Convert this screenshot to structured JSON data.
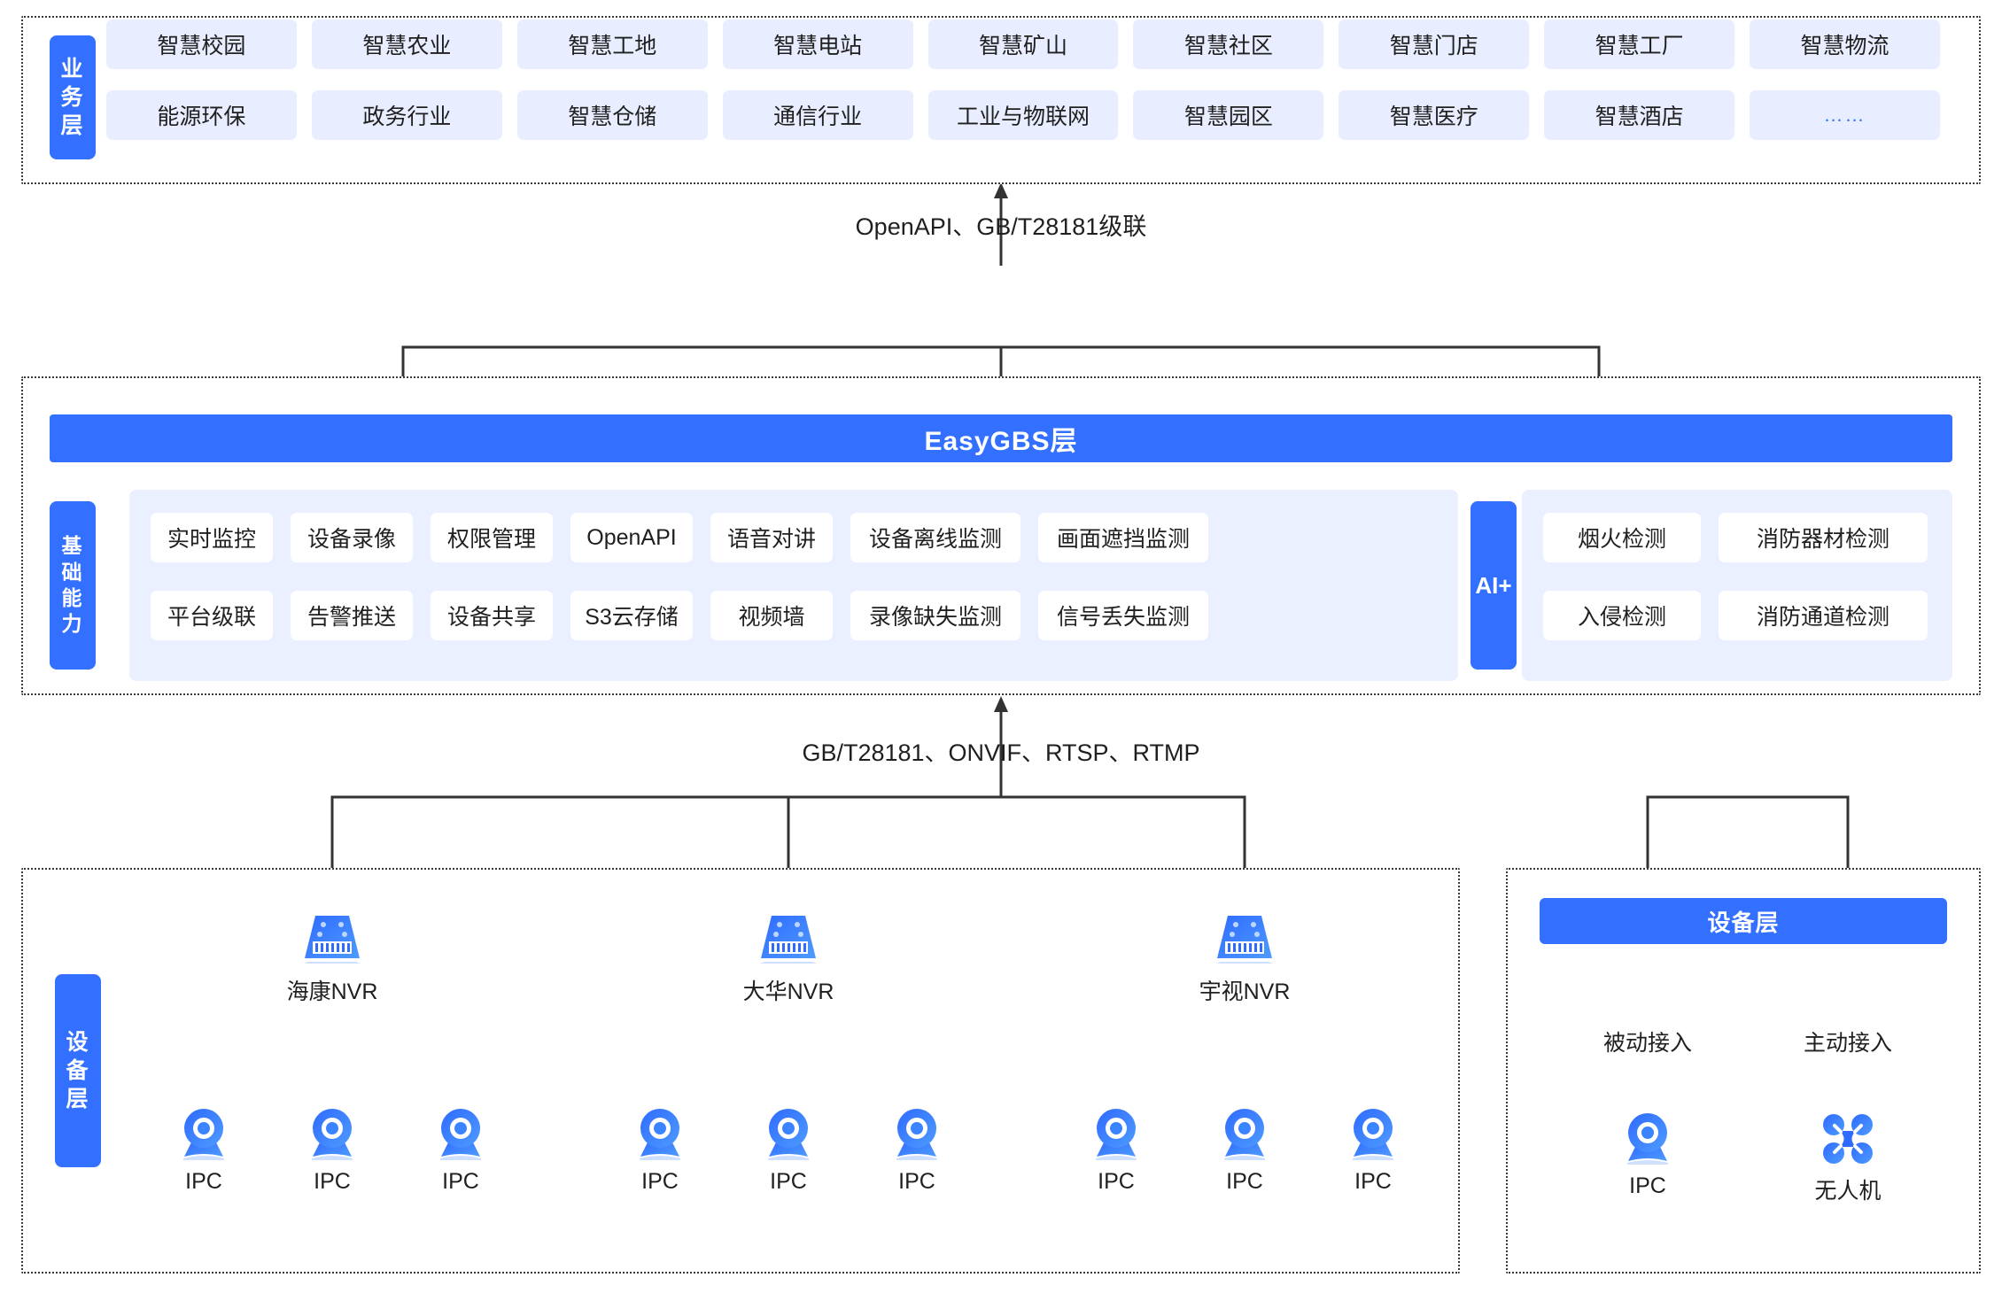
{
  "business_layer": {
    "label": "业务层",
    "items": [
      "智慧校园",
      "智慧农业",
      "智慧工地",
      "智慧电站",
      "智慧矿山",
      "智慧社区",
      "智慧门店",
      "智慧工厂",
      "智慧物流",
      "能源环保",
      "政务行业",
      "智慧仓储",
      "通信行业",
      "工业与物联网",
      "智慧园区",
      "智慧医疗",
      "智慧酒店",
      "……"
    ]
  },
  "connectors": {
    "top": "OpenAPI、GB/T28181级联",
    "bottom": "GB/T28181、ONVIF、RTSP、RTMP",
    "passive": "被动接入",
    "active": "主动接入"
  },
  "platform_layer": {
    "title": "EasyGBS层",
    "capability_label": "基础能力",
    "capabilities": [
      "实时监控",
      "设备录像",
      "权限管理",
      "OpenAPI",
      "语音对讲",
      "设备离线监测",
      "画面遮挡监测",
      "平台级联",
      "告警推送",
      "设备共享",
      "S3云存储",
      "视频墙",
      "录像缺失监测",
      "信号丢失监测"
    ],
    "ai_badge": "AI+",
    "ai_items": [
      "烟火检测",
      "消防器材检测",
      "入侵检测",
      "消防通道检测"
    ]
  },
  "device_layer": {
    "label": "设备层",
    "right_title": "设备层",
    "nvr_groups": [
      {
        "nvr": "海康NVR",
        "cameras": [
          "IPC",
          "IPC",
          "IPC"
        ]
      },
      {
        "nvr": "大华NVR",
        "cameras": [
          "IPC",
          "IPC",
          "IPC"
        ]
      },
      {
        "nvr": "宇视NVR",
        "cameras": [
          "IPC",
          "IPC",
          "IPC"
        ]
      }
    ],
    "direct_devices": [
      {
        "label": "IPC",
        "icon": "ipc-camera-icon"
      },
      {
        "label": "无人机",
        "icon": "drone-icon"
      }
    ]
  },
  "colors": {
    "brand_blue": "#3370ff",
    "pill_bg": "#e8eeff",
    "panel_bg": "#eaf0ff",
    "wire": "#333333"
  }
}
